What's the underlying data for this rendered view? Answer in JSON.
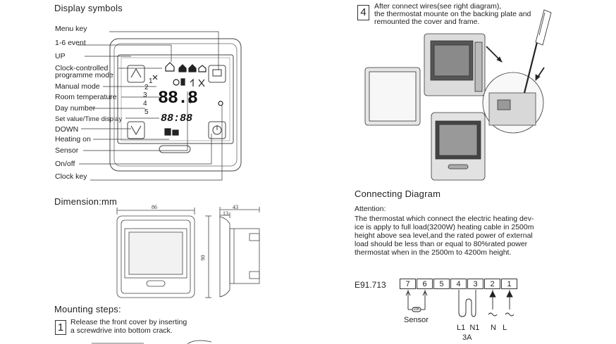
{
  "display_symbols": {
    "title": "Display symbols",
    "labels": [
      "Menu key",
      "1-6 event",
      "UP",
      "Clock-controlled",
      "programme mode",
      "Manual mode",
      "Room temperature",
      "Day number",
      "Set value/Time display",
      "DOWN",
      "Heating on",
      "Sensor",
      "On/off",
      "Clock key"
    ],
    "event_numbers": [
      "1",
      "2",
      "3",
      "4",
      "5"
    ],
    "lcd_temp": "88.8",
    "lcd_time": "88:88"
  },
  "dimension": {
    "title": "Dimension:mm",
    "width": "86",
    "height": "90",
    "depth": "43",
    "depth_inner": "13"
  },
  "mounting": {
    "title": "Mounting steps:",
    "step1_num": "1",
    "step1_line1": "Release the front cover by inserting",
    "step1_line2": "a screwdrive into bottom crack."
  },
  "step4": {
    "num": "4",
    "line1": "After connect wires(see right diagram),",
    "line2": "the thermostat mounte on the backing plate and",
    "line3": "remounted the cover and frame."
  },
  "connecting": {
    "title": "Connecting Diagram",
    "attention": "Attention:",
    "lines": [
      "The thermostat which connect  the electric heating dev-",
      "ice is apply to full load(3200W) heating cable in 2500m",
      "height above sea level,and the rated power of external",
      "load should be less than or equal to 80%rated power",
      "thermostat  when in the 2500m to 4200m height."
    ],
    "model": "E91.713",
    "terminals": [
      "7",
      "6",
      "5",
      "4",
      "3",
      "2",
      "1"
    ],
    "sensor_label": "Sensor",
    "load_labels": "L1  N1",
    "current": "3A",
    "power_labels": "N   L",
    "resistor_label": "10K"
  }
}
